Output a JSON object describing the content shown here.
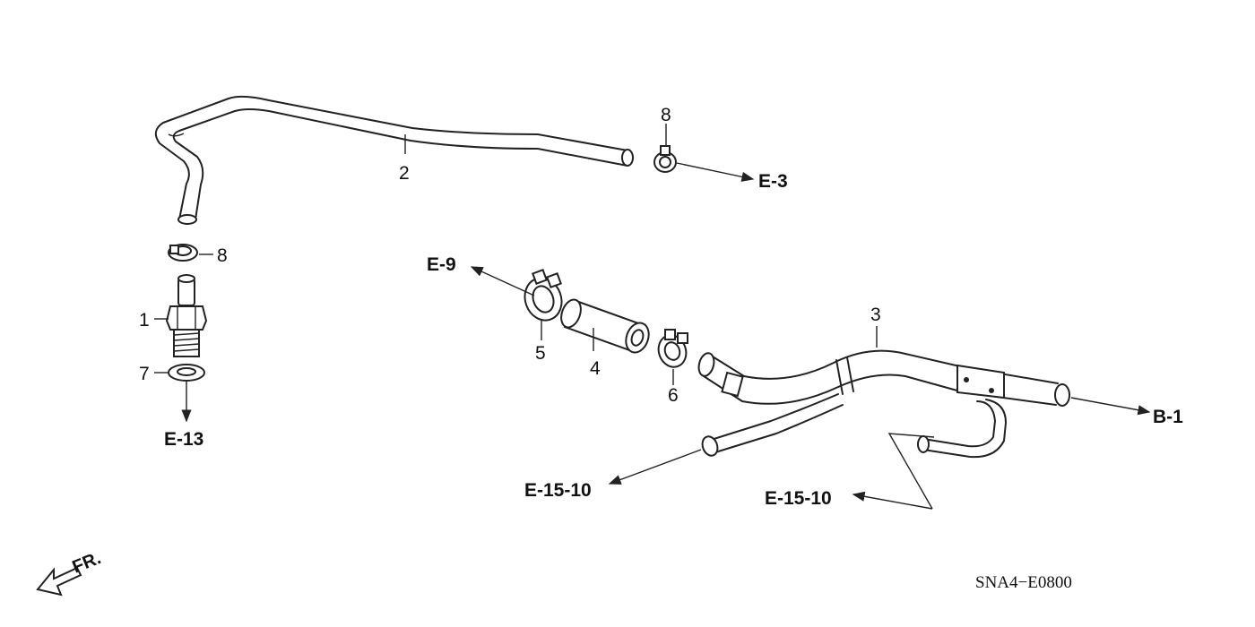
{
  "parts": {
    "p1": "1",
    "p2": "2",
    "p3": "3",
    "p4": "4",
    "p5": "5",
    "p6": "6",
    "p7": "7",
    "p8_top": "8",
    "p8_left": "8"
  },
  "references": {
    "e3": "E-3",
    "e9": "E-9",
    "e13": "E-13",
    "b1": "B-1",
    "e15_10_left": "E-15-10",
    "e15_10_right": "E-15-10"
  },
  "direction": {
    "front": "FR."
  },
  "diagram_code": "SNA4−E0800"
}
